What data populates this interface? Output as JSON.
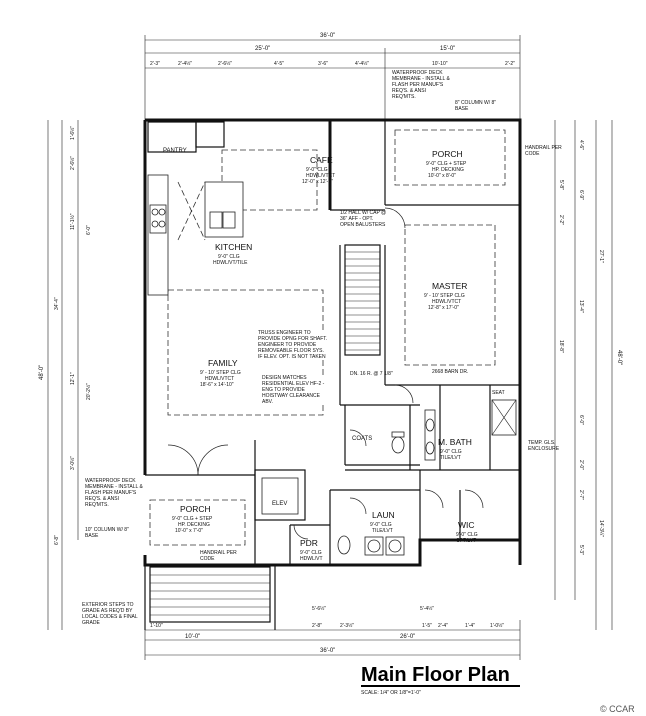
{
  "title": "Main Floor Plan",
  "scale": "SCALE: 1/4\" OR 1/8\"=1'-0\"",
  "logo": "© CCAR",
  "overall_dims": {
    "top": "36'-0\"",
    "bottom": "36'-0\"",
    "left": "48'-0\"",
    "top_left": "25'-0\"",
    "top_right": "15'-0\"",
    "bottom_left": "10'-0\"",
    "bottom_right": "26'-0\""
  },
  "rooms": {
    "cafe": {
      "name": "CAFE",
      "ceiling": "9'-0\" CLG",
      "floor": "HDWL/VTCT",
      "size": "12'-0\" x 12'-5\""
    },
    "kitchen": {
      "name": "KITCHEN",
      "ceiling": "9'-0\" CLG",
      "floor": "HDWL/VT/TILE"
    },
    "family": {
      "name": "FAMILY",
      "ceiling": "9' - 10' STEP CLG",
      "floor": "HDWL/VTCT",
      "size": "18'-6\" x 14'-10\""
    },
    "porch_top": {
      "name": "PORCH",
      "ceiling": "9'-0\" CLG + STEP",
      "floor": "HP. DECKING",
      "size": "10'-0\" x 8'-0\""
    },
    "master": {
      "name": "MASTER",
      "ceiling": "9' - 10' STEP CLG",
      "floor": "HDWL/VTCT",
      "size": "12'-8\" x 17'-0\""
    },
    "porch_bottom": {
      "name": "PORCH",
      "ceiling": "9'-0\" CLG + STEP",
      "floor": "HP. DECKING",
      "size": "10'-0\" x 7'-0\""
    },
    "m_bath": {
      "name": "M. BATH",
      "ceiling": "9'-0\" CLG",
      "floor": "TILE/LVT"
    },
    "laun": {
      "name": "LAUN",
      "ceiling": "9'-0\" CLG",
      "floor": "TILE/LVT"
    },
    "pdr": {
      "name": "PDR",
      "ceiling": "9'-0\" CLG",
      "floor": "HDWL/VT"
    },
    "wic": {
      "name": "WIC",
      "ceiling": "9'-0\" CLG",
      "floor": "CPT/LVT"
    },
    "elev": {
      "name": "ELEV"
    },
    "coats": {
      "name": "COATS"
    },
    "pantry": {
      "name": "PANTRY"
    }
  },
  "notes": {
    "waterproof_top": "WATERPROOF DECK MEMBRANE - INSTALL & FLASH PER MANUF'S REQ'S. & ANSI REQ'MTS.",
    "column_top": "8\" COLUMN W/ 8\" BASE",
    "handrail_top": "HANDRAIL PER CODE",
    "half_wall": "1/2 HALL W/ CAP @ 36\" AFF - OPT. OPEN BALUSTERS",
    "truss": "TRUSS ENGINEER TO PROVIDE OPNG FOR SHAFT. ENGINEER TO PROVIDE REMOVEABLE FLOOR SYS. IF ELEV. OPT. IS NOT TAKEN",
    "design": "DESIGN MATCHES RESIDENTIAL ELEV HF-2 - ENG TO PROVIDE HOISTWAY CLEARANCE ABV.",
    "waterproof_bottom": "WATERPROOF DECK MEMBRANE - INSTALL & FLASH PER MANUF'S REQ'S. & ANSI REQ'MTS.",
    "column_bottom": "10\" COLUMN W/ 8\" BASE",
    "handrail_bottom": "HANDRAIL PER CODE",
    "exterior_steps": "EXTERIOR STEPS TO GRADE AS REQ'D BY LOCAL CODES & FINAL GRADE",
    "stairs": "DN. 16 R. @ 7 1/8\"",
    "temp_enclosure": "TEMP. GLS. ENCLOSURE",
    "seat": "SEAT",
    "barn_dr": "2668 BARN DR."
  }
}
